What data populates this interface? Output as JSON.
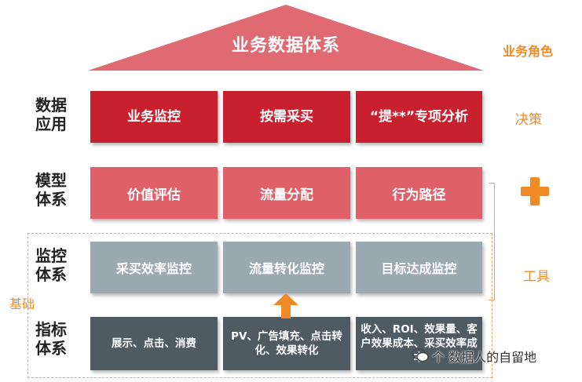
{
  "roof": {
    "title": "业务数据体系",
    "color": "#e06a72"
  },
  "role_title": "业务角色",
  "rows": [
    {
      "label": "数据应用",
      "items": [
        "业务监控",
        "按需采买",
        "“提**”专项分析"
      ],
      "color": "#c8202e"
    },
    {
      "label": "模型体系",
      "items": [
        "价值评估",
        "流量分配",
        "行为路径"
      ],
      "color": "#e06069"
    },
    {
      "label": "监控体系",
      "items": [
        "采买效率监控",
        "流量转化监控",
        "目标达成监控"
      ],
      "color": "#9ba9b1"
    },
    {
      "label": "指标体系",
      "items": [
        "展示、点击、消费",
        "PV、广告填充、点击转化、效果转化",
        "收入、ROI、效果量、客户效果成本、采买效率成本"
      ],
      "color": "#4e5b62"
    }
  ],
  "side_labels": {
    "decision": "决策",
    "tool": "工具",
    "basis": "基础"
  },
  "icons": {
    "plus": "plus-icon",
    "arrow": "up-arrow-icon",
    "wechat": "wechat-icon"
  },
  "watermark": "个 数据人的自留地",
  "accent_color": "#f08a25"
}
